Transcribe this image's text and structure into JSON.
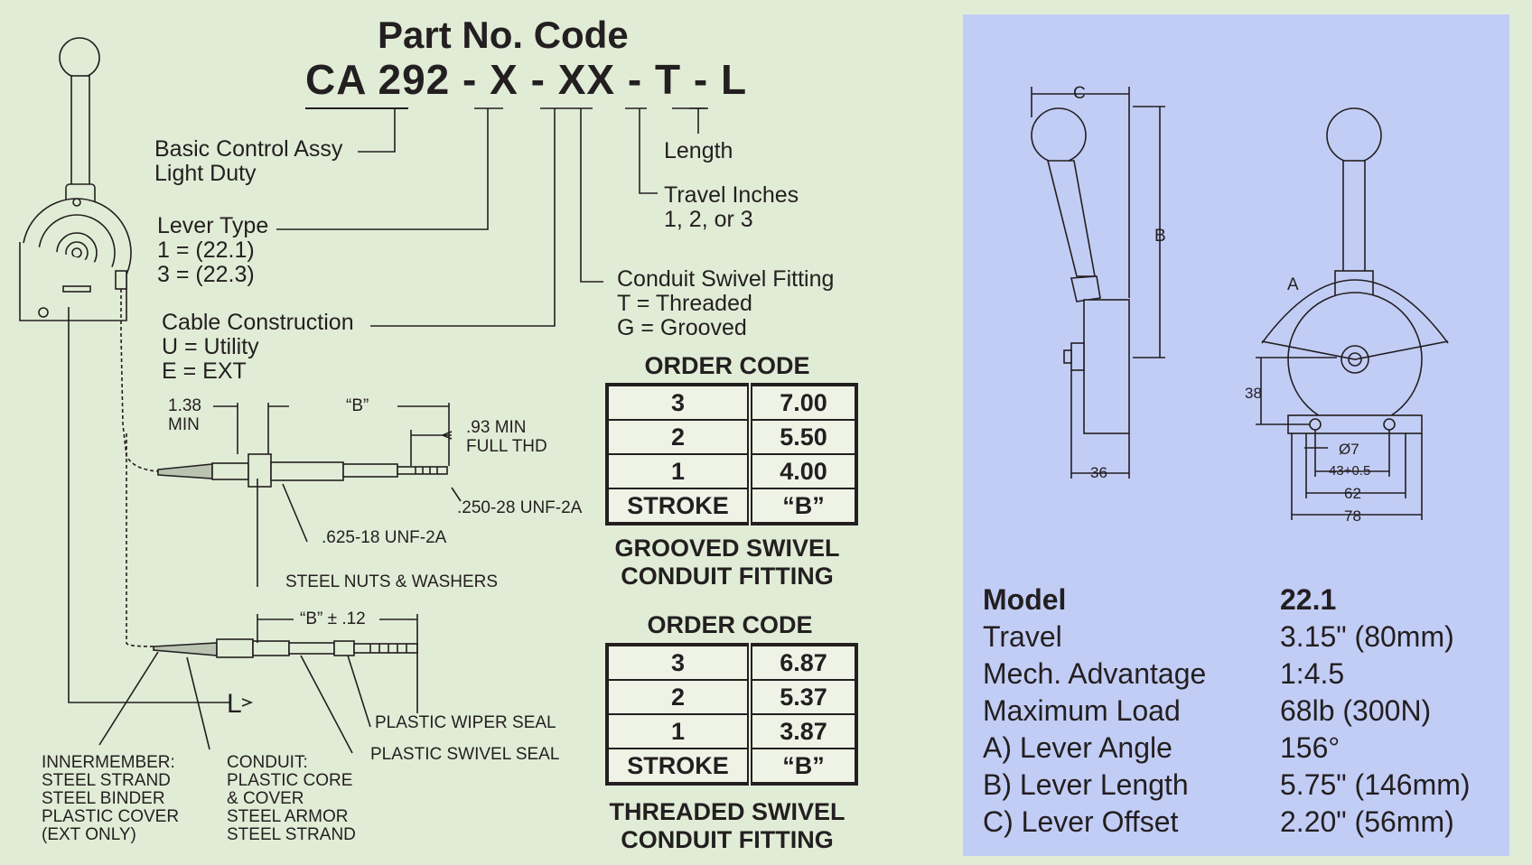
{
  "part_code": {
    "title": "Part No. Code",
    "code_base": "CA 292",
    "sep": "-",
    "x1": "X",
    "x2": "XX",
    "t": "T",
    "l": "L"
  },
  "callouts": {
    "basic": [
      "Basic Control Assy",
      "Light Duty"
    ],
    "lever": [
      "Lever Type",
      "1 = (22.1)",
      "3 = (22.3)"
    ],
    "cable": [
      "Cable Construction",
      "U = Utility",
      "E = EXT"
    ],
    "length": "Length",
    "travel": [
      "Travel Inches",
      "1, 2, or 3"
    ],
    "swivel": [
      "Conduit Swivel Fitting",
      "T = Threaded",
      "G = Grooved"
    ]
  },
  "grooved_table": {
    "header": "ORDER CODE",
    "rows": [
      [
        "3",
        "7.00"
      ],
      [
        "2",
        "5.50"
      ],
      [
        "1",
        "4.00"
      ],
      [
        "STROKE",
        "“B”"
      ]
    ],
    "caption": [
      "GROOVED SWIVEL",
      "CONDUIT FITTING"
    ]
  },
  "threaded_table": {
    "header": "ORDER CODE",
    "rows": [
      [
        "3",
        "6.87"
      ],
      [
        "2",
        "5.37"
      ],
      [
        "1",
        "3.87"
      ],
      [
        "STROKE",
        "“B”"
      ]
    ],
    "caption": [
      "THREADED SWIVEL",
      "CONDUIT FITTING"
    ]
  },
  "cable_labels": {
    "min138": [
      "1.38",
      "MIN"
    ],
    "b": "“B”",
    "thd": [
      ".93 MIN",
      "FULL THD"
    ],
    "unf250": ".250-28 UNF-2A",
    "unf625": ".625-18 UNF-2A",
    "nuts": "STEEL NUTS & WASHERS",
    "b_tol": "“B” ± .12",
    "wiper": "PLASTIC WIPER SEAL",
    "swivel_seal": "PLASTIC SWIVEL SEAL",
    "inner": [
      "INNERMEMBER:",
      "STEEL STRAND",
      "STEEL BINDER",
      "PLASTIC COVER",
      "(EXT ONLY)"
    ],
    "conduit": [
      "CONDUIT:",
      "PLASTIC CORE",
      "& COVER",
      "STEEL ARMOR",
      "STEEL STRAND"
    ],
    "L": "L"
  },
  "dimensions": {
    "C": "C",
    "B": "B",
    "A": "A",
    "d36": "36",
    "d38": "38",
    "d7": "Ø7",
    "d43": "43+0.5",
    "d62": "62",
    "d78": "78"
  },
  "specs": {
    "rows": [
      [
        "Model",
        "22.1"
      ],
      [
        "Travel",
        "3.15\" (80mm)"
      ],
      [
        "Mech. Advantage",
        "1:4.5"
      ],
      [
        "Maximum Load",
        "68lb (300N)"
      ],
      [
        "A)  Lever Angle",
        "156°"
      ],
      [
        "B)  Lever Length",
        "5.75\" (146mm)"
      ],
      [
        "C)  Lever Offset",
        "2.20\" (56mm)"
      ]
    ]
  },
  "colors": {
    "background": "#e1ecd6",
    "panel": "#c2cdf6",
    "ink": "#231f20"
  }
}
